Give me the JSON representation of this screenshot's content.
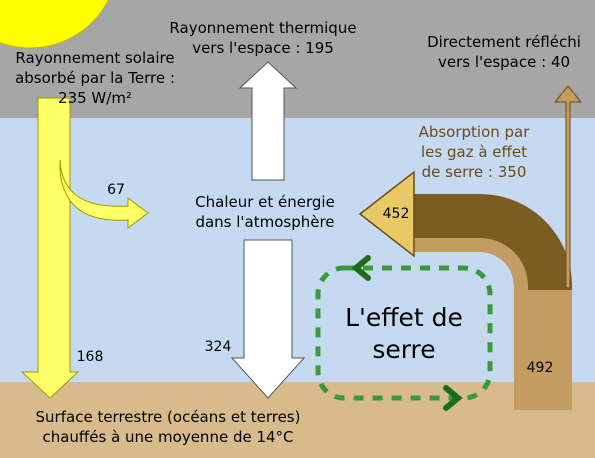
{
  "labels": {
    "solar_absorbed": "Rayonnement solaire\nabsorbé par la Terre :\n235 W/m²",
    "thermal_to_space": "Rayonnement thermique\nvers l'espace : 195",
    "direct_reflected": "Directement réfléchi\nvers l'espace : 40",
    "greenhouse_absorption": "Absorption par\nles gaz à effet\nde serre : 350",
    "atmosphere_heat": "Chaleur et énergie\ndans l'atmosphère",
    "greenhouse_effect": "L'effet de\nserre",
    "surface": "Surface terrestre (océans et terres)\nchauffés à une moyenne de 14°C"
  },
  "values": {
    "solar_to_atmosphere": "67",
    "solar_to_surface": "168",
    "atmosphere_to_surface": "324",
    "atmosphere_emission": "452",
    "surface_emission": "492"
  },
  "colors": {
    "space": "#a6a6a6",
    "atmosphere": "#c5d9f1",
    "surface": "#d8bb8d",
    "sun": "#ffff00",
    "solar_arrow": "#ffff66",
    "white_arrow": "#ffffff",
    "brown_dark": "#7b5c23",
    "brown_light": "#c49c62",
    "emission_arrow": "#e8c965",
    "loop": "#3a9a3a",
    "loop_arrow": "#1a6e1a"
  }
}
